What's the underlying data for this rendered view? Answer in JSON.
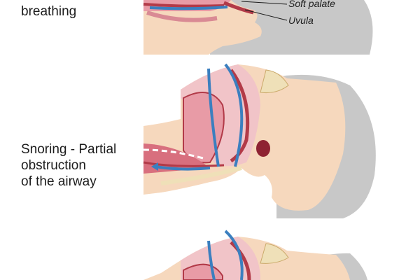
{
  "panels": [
    {
      "caption_lines": [
        "breathing"
      ]
    },
    {
      "caption_lines": [
        "Snoring - Partial",
        "obstruction",
        "of the airway"
      ]
    },
    {
      "caption_lines": []
    }
  ],
  "labels": {
    "soft_palate": "Soft palate",
    "uvula": "Uvula"
  },
  "colors": {
    "skin": "#f6d8bd",
    "hair": "#c8c8c8",
    "tissue": "#e89ba6",
    "tissue_dark": "#b23a48",
    "bone": "#efe0b8",
    "airflow": "#3b7fbf"
  }
}
